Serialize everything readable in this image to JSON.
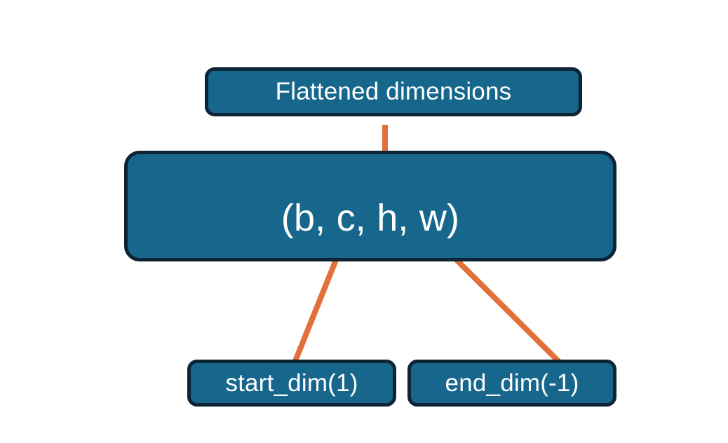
{
  "diagram": {
    "title": "Flatten dimensions diagram",
    "background_color": "#FFFFFF",
    "node_fill_color": "#17668C",
    "node_border_color": "#0C2435",
    "node_text_color": "#FFFFFF",
    "connector_color": "#E2703A",
    "nodes": {
      "flattened": {
        "label": "Flattened dimensions"
      },
      "shape": {
        "label": "(b, c, h, w)"
      },
      "start_dim": {
        "label": "start_dim(1)"
      },
      "end_dim": {
        "label": "end_dim(-1)"
      }
    },
    "connectors": [
      {
        "name": "brace-over-c-h-w",
        "kind": "curly-brace",
        "color": "#E2703A",
        "points_to": "Flattened dimensions",
        "spans": "c, h, w"
      },
      {
        "name": "arrow-start-dim-to-c",
        "kind": "arrow",
        "color": "#E2703A",
        "from": "start_dim(1)",
        "to": "c"
      },
      {
        "name": "arrow-end-dim-to-w",
        "kind": "arrow",
        "color": "#E2703A",
        "from": "end_dim(-1)",
        "to": "w"
      }
    ]
  }
}
